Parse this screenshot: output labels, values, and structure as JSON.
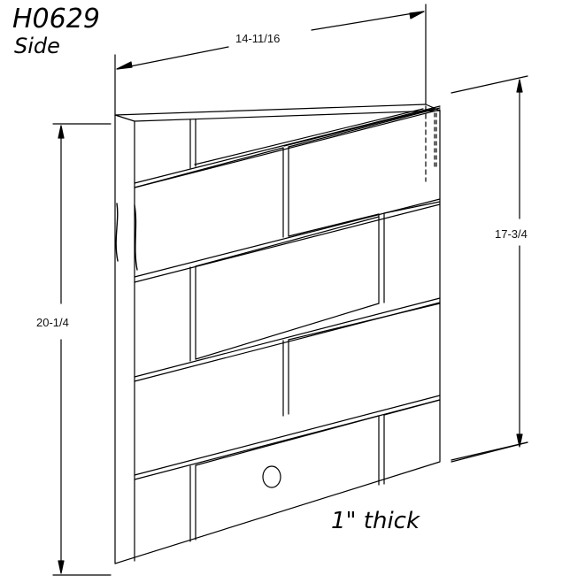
{
  "drawing": {
    "part_number": "H0629",
    "view_label": "Side",
    "thickness_note": "1\" thick",
    "colors": {
      "line": "#000000",
      "background": "#ffffff"
    }
  },
  "dimensions": {
    "width": "14-11/16",
    "overall_height": "20-1/4",
    "short_height": "17-3/4"
  },
  "features": {
    "hole": "circle-hole",
    "pattern": "brick-courses"
  }
}
